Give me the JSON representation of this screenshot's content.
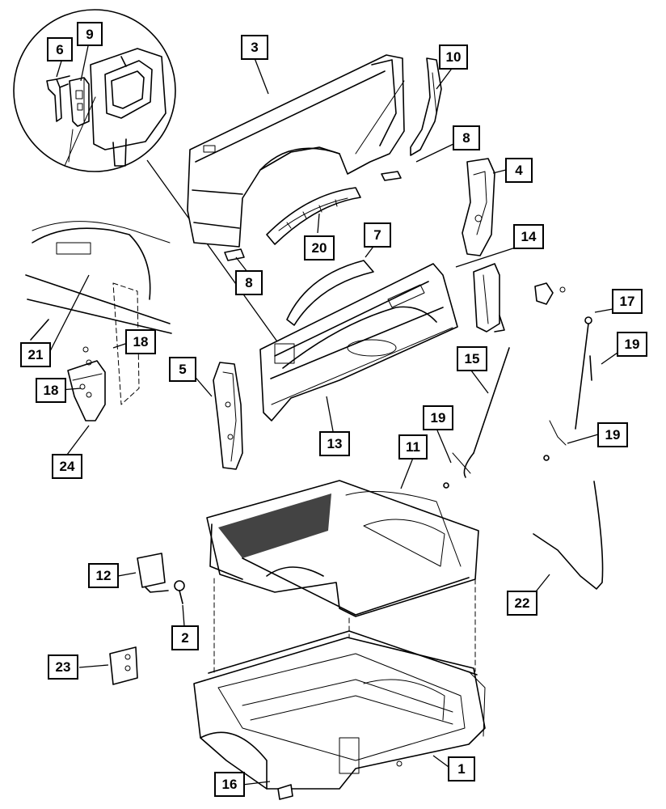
{
  "callouts": [
    {
      "id": "c1",
      "label": "1"
    },
    {
      "id": "c2",
      "label": "2"
    },
    {
      "id": "c3",
      "label": "3"
    },
    {
      "id": "c4",
      "label": "4"
    },
    {
      "id": "c5",
      "label": "5"
    },
    {
      "id": "c6",
      "label": "6"
    },
    {
      "id": "c7",
      "label": "7"
    },
    {
      "id": "c8a",
      "label": "8"
    },
    {
      "id": "c8b",
      "label": "8"
    },
    {
      "id": "c9",
      "label": "9"
    },
    {
      "id": "c10",
      "label": "10"
    },
    {
      "id": "c11",
      "label": "11"
    },
    {
      "id": "c12",
      "label": "12"
    },
    {
      "id": "c13",
      "label": "13"
    },
    {
      "id": "c14",
      "label": "14"
    },
    {
      "id": "c15",
      "label": "15"
    },
    {
      "id": "c16",
      "label": "16"
    },
    {
      "id": "c17",
      "label": "17"
    },
    {
      "id": "c18a",
      "label": "18"
    },
    {
      "id": "c18b",
      "label": "18"
    },
    {
      "id": "c19a",
      "label": "19"
    },
    {
      "id": "c19b",
      "label": "19"
    },
    {
      "id": "c19c",
      "label": "19"
    },
    {
      "id": "c20",
      "label": "20"
    },
    {
      "id": "c21",
      "label": "21"
    },
    {
      "id": "c22",
      "label": "22"
    },
    {
      "id": "c23",
      "label": "23"
    },
    {
      "id": "c24",
      "label": "24"
    }
  ]
}
